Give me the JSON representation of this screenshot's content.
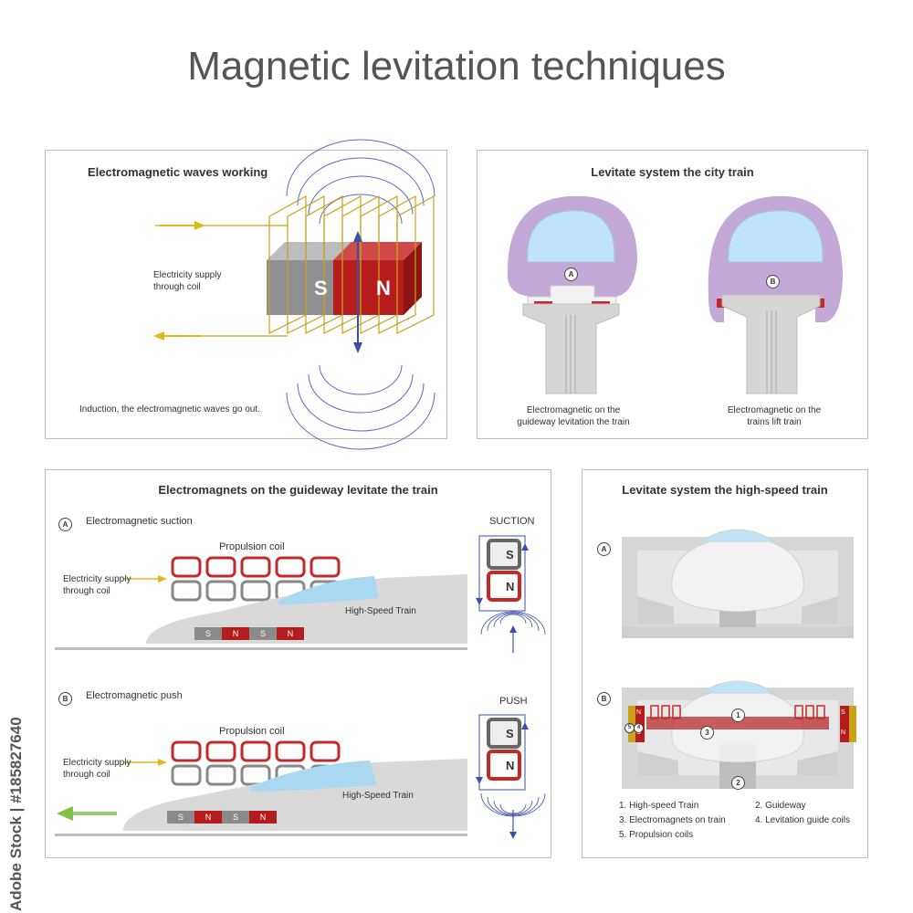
{
  "title": "Magnetic levitation techniques",
  "watermark": "Adobe Stock | #185827640",
  "panel1": {
    "title": "Electromagnetic waves working",
    "supply_label": "Electricity supply\nthrough coil",
    "induction_label": "Induction, the electromagnetic waves go out.",
    "pole_s": "S",
    "pole_n": "N"
  },
  "panel2": {
    "title": "Levitate system the city train",
    "marker_a": "A",
    "marker_b": "B",
    "caption_a": "Electromagnetic on the\nguideway levitation the train",
    "caption_b": "Electromagnetic on the\ntrains lift train"
  },
  "panel3": {
    "title": "Electromagnets on the guideway levitate the train",
    "section_a": {
      "marker": "A",
      "label": "Electromagnetic suction",
      "coil_label": "Propulsion coil",
      "supply_label": "Electricity supply\nthrough coil",
      "train_label": "High-Speed Train",
      "mode": "SUCTION",
      "poles": [
        "S",
        "N",
        "S",
        "N"
      ],
      "magnet_top": "S",
      "magnet_bottom": "N"
    },
    "section_b": {
      "marker": "B",
      "label": "Electromagnetic push",
      "coil_label": "Propulsion coil",
      "supply_label": "Electricity supply\nthrough coil",
      "train_label": "High-Speed Train",
      "mode": "PUSH",
      "poles": [
        "S",
        "N",
        "S",
        "N"
      ],
      "magnet_top": "S",
      "magnet_bottom": "N"
    }
  },
  "panel4": {
    "title": "Levitate system the high-speed train",
    "marker_a": "A",
    "marker_b": "B",
    "callouts": [
      "1",
      "2",
      "3",
      "4",
      "5"
    ],
    "side_poles": [
      "N",
      "S"
    ],
    "legend": [
      "1.  High-speed Train",
      "2.  Guideway",
      "3.  Electromagnets on train",
      "4.  Levitation guide coils",
      "5.  Propulsion coils"
    ]
  },
  "colors": {
    "red": "#c62828",
    "grey": "#8a8a8a",
    "purple": "#c3a9d8",
    "blue": "#3b4fa8",
    "yellow": "#e0b81c",
    "green": "#7ec246"
  }
}
